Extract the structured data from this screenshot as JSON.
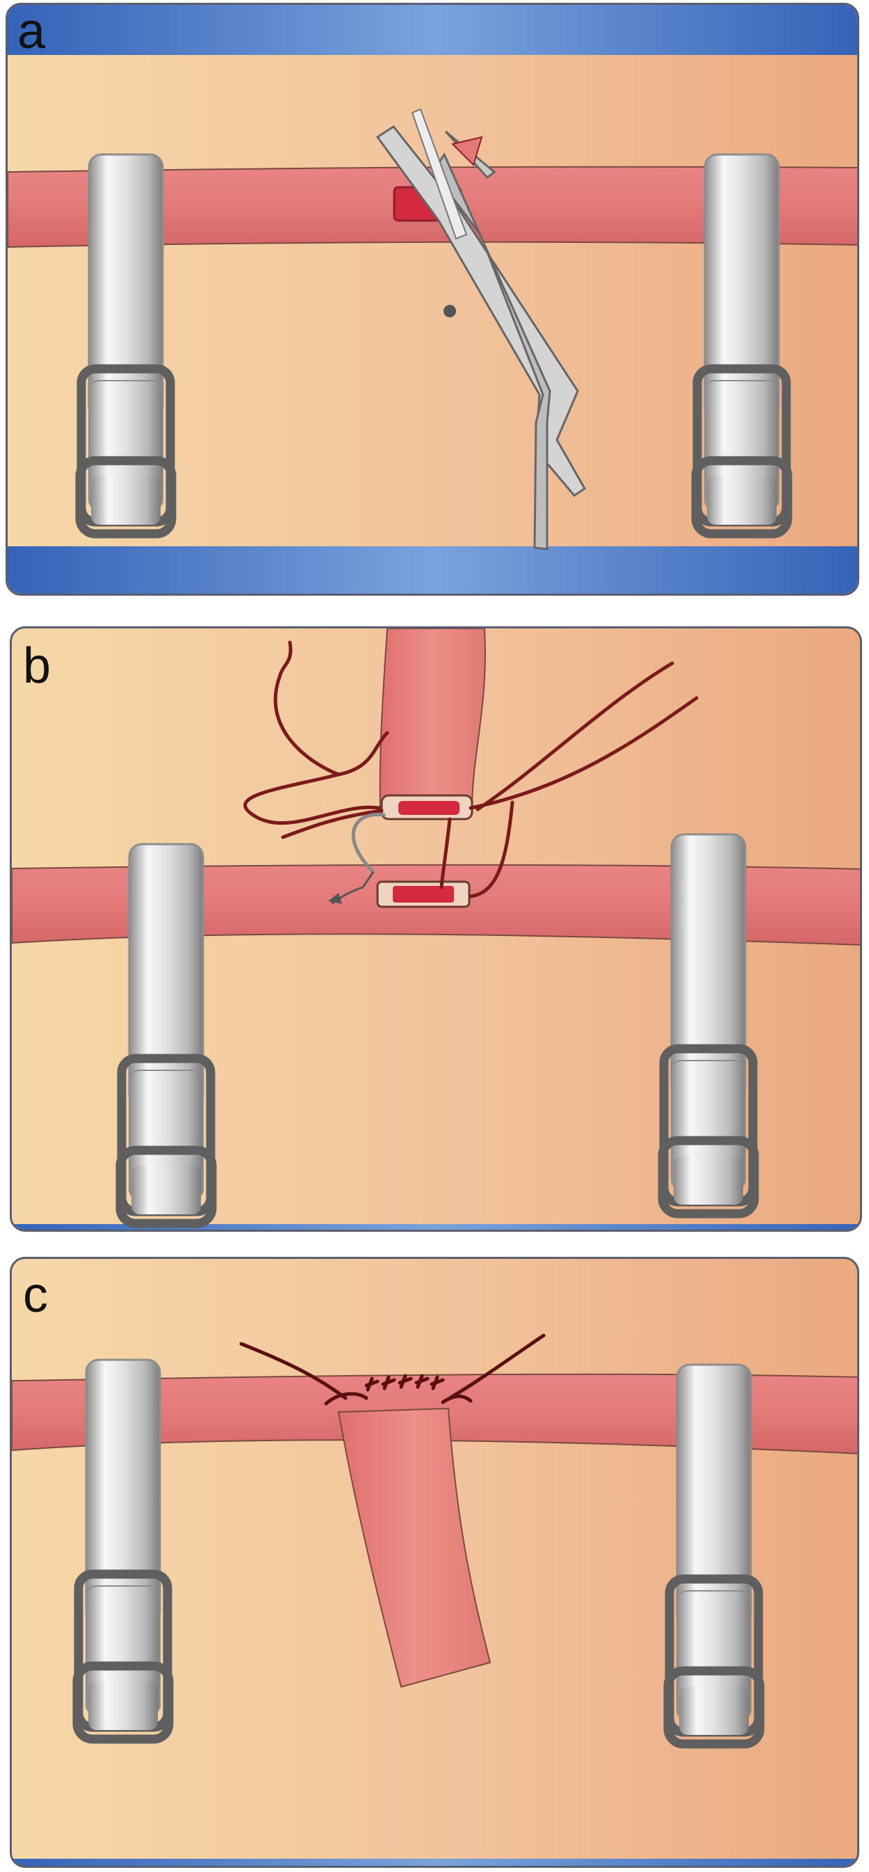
{
  "figure": {
    "panels": [
      {
        "id": "a",
        "label": "a"
      },
      {
        "id": "b",
        "label": "b"
      },
      {
        "id": "c",
        "label": "c"
      }
    ]
  },
  "colors": {
    "background_light": "#f6d8a8",
    "background_dark": "#eba97f",
    "vessel": "#e37a78",
    "vessel_dark": "#c94f57",
    "incision": "#d42a3d",
    "clamp_metal": "#d9d9d9",
    "clamp_frame": "#6a6a6a",
    "drape_blue": "#3f6fbf",
    "suture": "#7a1a1a"
  },
  "icons": {
    "clamp": "vascular-clamp-icon",
    "scissors": "surgical-scissors-icon",
    "needle": "suture-needle-icon",
    "graft": "vessel-graft-icon"
  }
}
